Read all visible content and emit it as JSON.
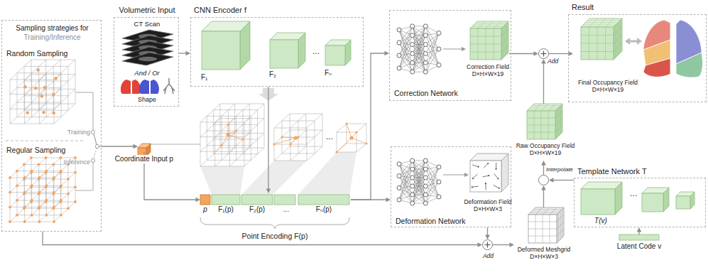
{
  "diagram": {
    "nodes": [
      {
        "text": [
          "Sampling strategies for",
          "Training/Inference",
          "Random Sampling",
          "Training",
          "Inference",
          "Regular Sampling"
        ]
      },
      {
        "text": [
          "Volumetric Input",
          "CT Scan",
          "And / Or",
          "Shape"
        ]
      },
      {
        "text": [
          "CNN Encoder f"
        ]
      },
      {
        "text": [
          "F₁"
        ],
        "in": 2
      },
      {
        "text": [
          "F₂"
        ],
        "in": 2
      },
      {
        "text": [
          "Fₙ"
        ],
        "in": 2
      },
      {
        "text": [
          "Coordinate Input p"
        ]
      },
      {
        "text": [
          "Point Encoding F(p)"
        ]
      },
      {
        "text": [
          "p"
        ],
        "in": 7
      },
      {
        "text": [
          "F₁(p)"
        ],
        "in": 7
      },
      {
        "text": [
          "F₂(p)"
        ],
        "in": 7
      },
      {
        "text": [
          "Fₙ(p)"
        ],
        "in": 7
      },
      {
        "text": [
          "Correction Network"
        ]
      },
      {
        "text": [
          "Correction Field D×H×W×19"
        ],
        "in": 12
      },
      {
        "text": [
          "Add"
        ]
      },
      {
        "text": [
          "Result"
        ]
      },
      {
        "text": [
          "Final Occupancy Field D×H×W×19"
        ],
        "in": 15
      },
      {
        "text": [
          "Raw Occupancy Field D×H×W×19"
        ]
      },
      {
        "text": [
          "Deformation Network"
        ]
      },
      {
        "text": [
          "Deformation Field D×H×W×3"
        ],
        "in": 18
      },
      {
        "text": [
          "Template Network T"
        ]
      },
      {
        "text": [
          "T(v)"
        ],
        "in": 20
      },
      {
        "text": [
          "Interpolate"
        ]
      },
      {
        "text": [
          "Add"
        ]
      },
      {
        "text": [
          "Deformed Meshgrid D×H×W×3"
        ]
      },
      {
        "text": [
          "Latent Code v"
        ]
      }
    ],
    "edges": [
      {
        "from": 1,
        "to": 2,
        "arrow": "to"
      },
      {
        "from": 0,
        "to": 6,
        "arrow": "to"
      },
      {
        "from": 6,
        "to": 8,
        "arrow": "to"
      },
      {
        "from": 2,
        "to": 7,
        "arrow": "to"
      },
      {
        "from": 7,
        "to": 12,
        "arrow": "to"
      },
      {
        "from": 7,
        "to": 18,
        "arrow": "to"
      },
      {
        "from": 13,
        "to": 14,
        "arrow": "to"
      },
      {
        "from": 17,
        "to": 14,
        "arrow": "to"
      },
      {
        "from": 14,
        "to": 16,
        "arrow": "to"
      },
      {
        "from": 18,
        "to": 23,
        "arrow": "to"
      },
      {
        "from": 0,
        "to": 23,
        "arrow": "to"
      },
      {
        "from": 23,
        "to": 24,
        "arrow": "to"
      },
      {
        "from": 24,
        "to": 22,
        "arrow": "to"
      },
      {
        "from": 20,
        "to": 22,
        "arrow": "to"
      },
      {
        "from": 22,
        "to": 17,
        "arrow": "to"
      },
      {
        "from": 25,
        "to": 20,
        "arrow": "to"
      }
    ],
    "labels": [
      "...",
      "...",
      "...",
      "..."
    ]
  }
}
